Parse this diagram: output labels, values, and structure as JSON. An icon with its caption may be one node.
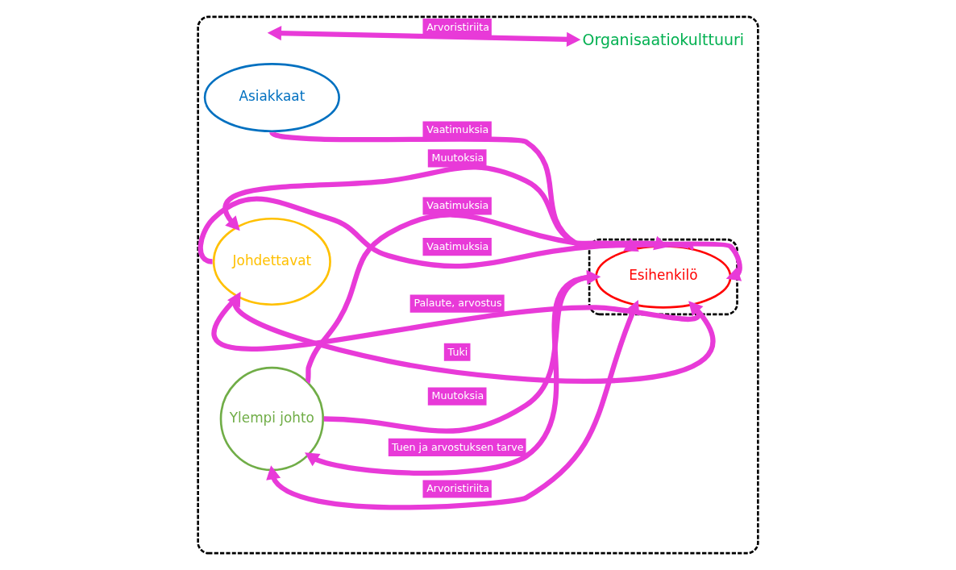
{
  "diagram": {
    "nodes": [
      {
        "text": [],
        "shape": "ellipse"
      },
      {
        "text": [
          "Organisaatiokulttuuri"
        ],
        "in": 0
      },
      {
        "text": [
          "Ylempi johto"
        ],
        "in": 0
      },
      {
        "text": [
          "Asiakkaat"
        ],
        "in": 0
      },
      {
        "text": [
          "Johdettavat"
        ],
        "in": 0
      },
      {
        "text": [],
        "shape": "ellipse",
        "in": 0
      },
      {
        "text": [
          "Esihenkilö"
        ],
        "in": 5
      }
    ],
    "edges": [
      {
        "from": null,
        "to": 1,
        "arrow": "both",
        "label": "Arvoristiriita"
      },
      {
        "from": 2,
        "to": 6,
        "arrow": "to",
        "label": "Vaatimuksia"
      },
      {
        "from": 2,
        "to": 6,
        "arrow": "to",
        "label": "Muutoksia"
      },
      {
        "from": 6,
        "to": 2,
        "arrow": "to",
        "label": "Tuen ja arvostuksen tarve"
      },
      {
        "from": 2,
        "to": 6,
        "arrow": "both",
        "label": "Arvoristiriita"
      },
      {
        "from": 3,
        "to": 6,
        "arrow": "to",
        "label": "Vaatimuksia"
      },
      {
        "from": 6,
        "to": 4,
        "arrow": "to",
        "label": "Muutoksia"
      },
      {
        "from": 4,
        "to": 6,
        "arrow": "to",
        "label": "Vaatimuksia"
      },
      {
        "from": 6,
        "to": 4,
        "arrow": "to",
        "label": "Tuki"
      },
      {
        "from": 4,
        "to": 6,
        "arrow": "to",
        "label": "Palaute, arvostus"
      }
    ]
  }
}
